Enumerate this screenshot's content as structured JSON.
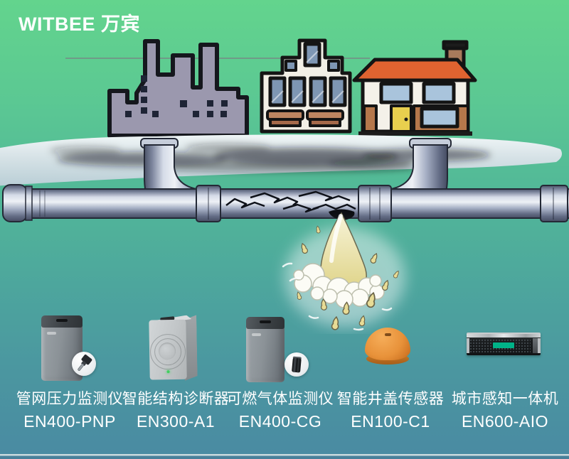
{
  "brand": {
    "logo_text": "WITBEE 万宾"
  },
  "colors": {
    "background_top": "#63d48d",
    "background_bottom": "#4a8aa2",
    "pipe_gray": "#aab3c8",
    "ground_slab": "#cfdde1",
    "leak_yellow": "#e8dc96",
    "manhole_orange": "#e8923a",
    "server_badge_green": "#00b388",
    "label_text": "#ffffff"
  },
  "illustrations": [
    "factory-building",
    "storefront-building",
    "house-building",
    "power-line",
    "ground-slab",
    "underground-pipeline",
    "pipe-elbow-riser",
    "pipe-crack",
    "water-leak-spray"
  ],
  "products": [
    {
      "name": "管网压力监测仪",
      "model": "EN400-PNP",
      "icon": "pressure-monitor-device"
    },
    {
      "name": "智能结构诊断器",
      "model": "EN300-A1",
      "icon": "structure-diagnoser-device"
    },
    {
      "name": "可燃气体监测仪",
      "model": "EN400-CG",
      "icon": "gas-monitor-device"
    },
    {
      "name": "智能井盖传感器",
      "model": "EN100-C1",
      "icon": "manhole-cover-sensor-device"
    },
    {
      "name": "城市感知一体机",
      "model": "EN600-AIO",
      "icon": "rack-server-device"
    }
  ]
}
